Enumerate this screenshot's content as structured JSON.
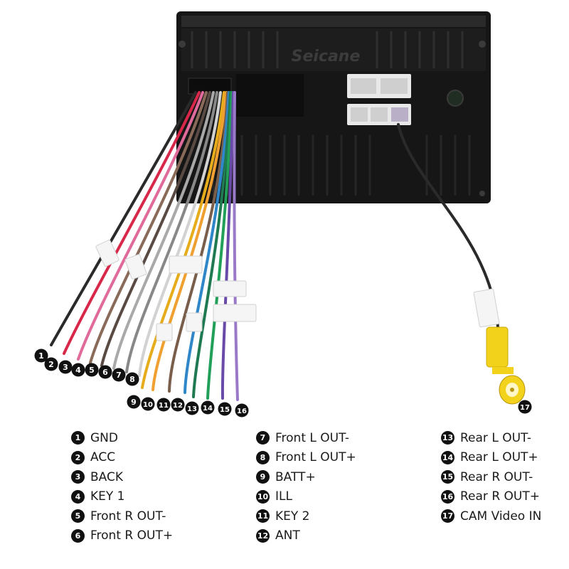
{
  "brand": {
    "name": "Seicane"
  },
  "wires": [
    {
      "num": "1",
      "label": "GND",
      "color": "#2a2a2a"
    },
    {
      "num": "2",
      "label": "ACC",
      "color": "#d8284a"
    },
    {
      "num": "3",
      "label": "BACK",
      "color": "#e06a9a"
    },
    {
      "num": "4",
      "label": "KEY 1",
      "color": "#8a6a58"
    },
    {
      "num": "5",
      "label": "Front R OUT-",
      "color": "#5a4a44"
    },
    {
      "num": "6",
      "label": "Front R OUT+",
      "color": "#a9a9a9"
    },
    {
      "num": "7",
      "label": "Front L OUT-",
      "color": "#888888"
    },
    {
      "num": "8",
      "label": "Front L OUT+",
      "color": "#d2d2d2"
    },
    {
      "num": "9",
      "label": "BATT+",
      "color": "#e6ac1c"
    },
    {
      "num": "10",
      "label": "ILL",
      "color": "#f0a030"
    },
    {
      "num": "11",
      "label": "KEY 2",
      "color": "#7a5e4c"
    },
    {
      "num": "12",
      "label": "ANT",
      "color": "#2f86c8"
    },
    {
      "num": "13",
      "label": "Rear L OUT-",
      "color": "#1f7a52"
    },
    {
      "num": "14",
      "label": "Rear L OUT+",
      "color": "#22a05a"
    },
    {
      "num": "15",
      "label": "Rear R OUT-",
      "color": "#6a4aa8"
    },
    {
      "num": "16",
      "label": "Rear R OUT+",
      "color": "#9a7ac8"
    },
    {
      "num": "17",
      "label": "CAM Video IN",
      "color": "#2a2a2a"
    }
  ],
  "connector_color": "#f2d21a",
  "unit_color": "#141414"
}
